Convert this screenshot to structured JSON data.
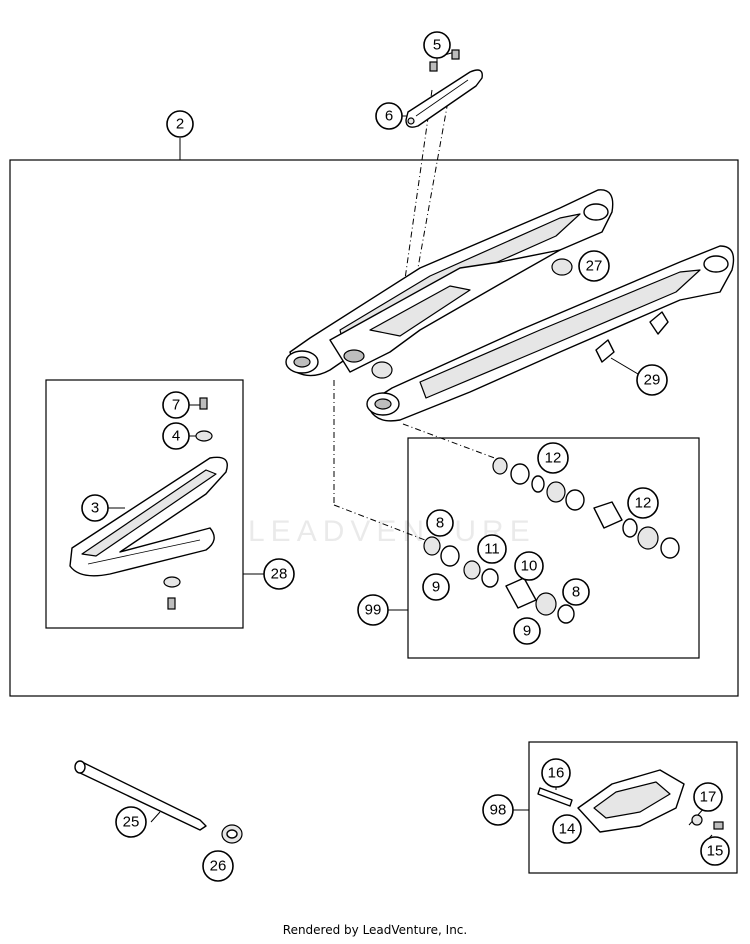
{
  "callouts": {
    "c2": "2",
    "c3": "3",
    "c4": "4",
    "c5": "5",
    "c6": "6",
    "c7": "7",
    "c8a": "8",
    "c8b": "8",
    "c9a": "9",
    "c9b": "9",
    "c10": "10",
    "c11": "11",
    "c12a": "12",
    "c12b": "12",
    "c14": "14",
    "c15": "15",
    "c16": "16",
    "c17": "17",
    "c25": "25",
    "c26": "26",
    "c27": "27",
    "c28": "28",
    "c29": "29",
    "c98": "98",
    "c99": "99"
  },
  "watermark": "LEADVENTURE",
  "footer": "Rendered by LeadVenture, Inc."
}
